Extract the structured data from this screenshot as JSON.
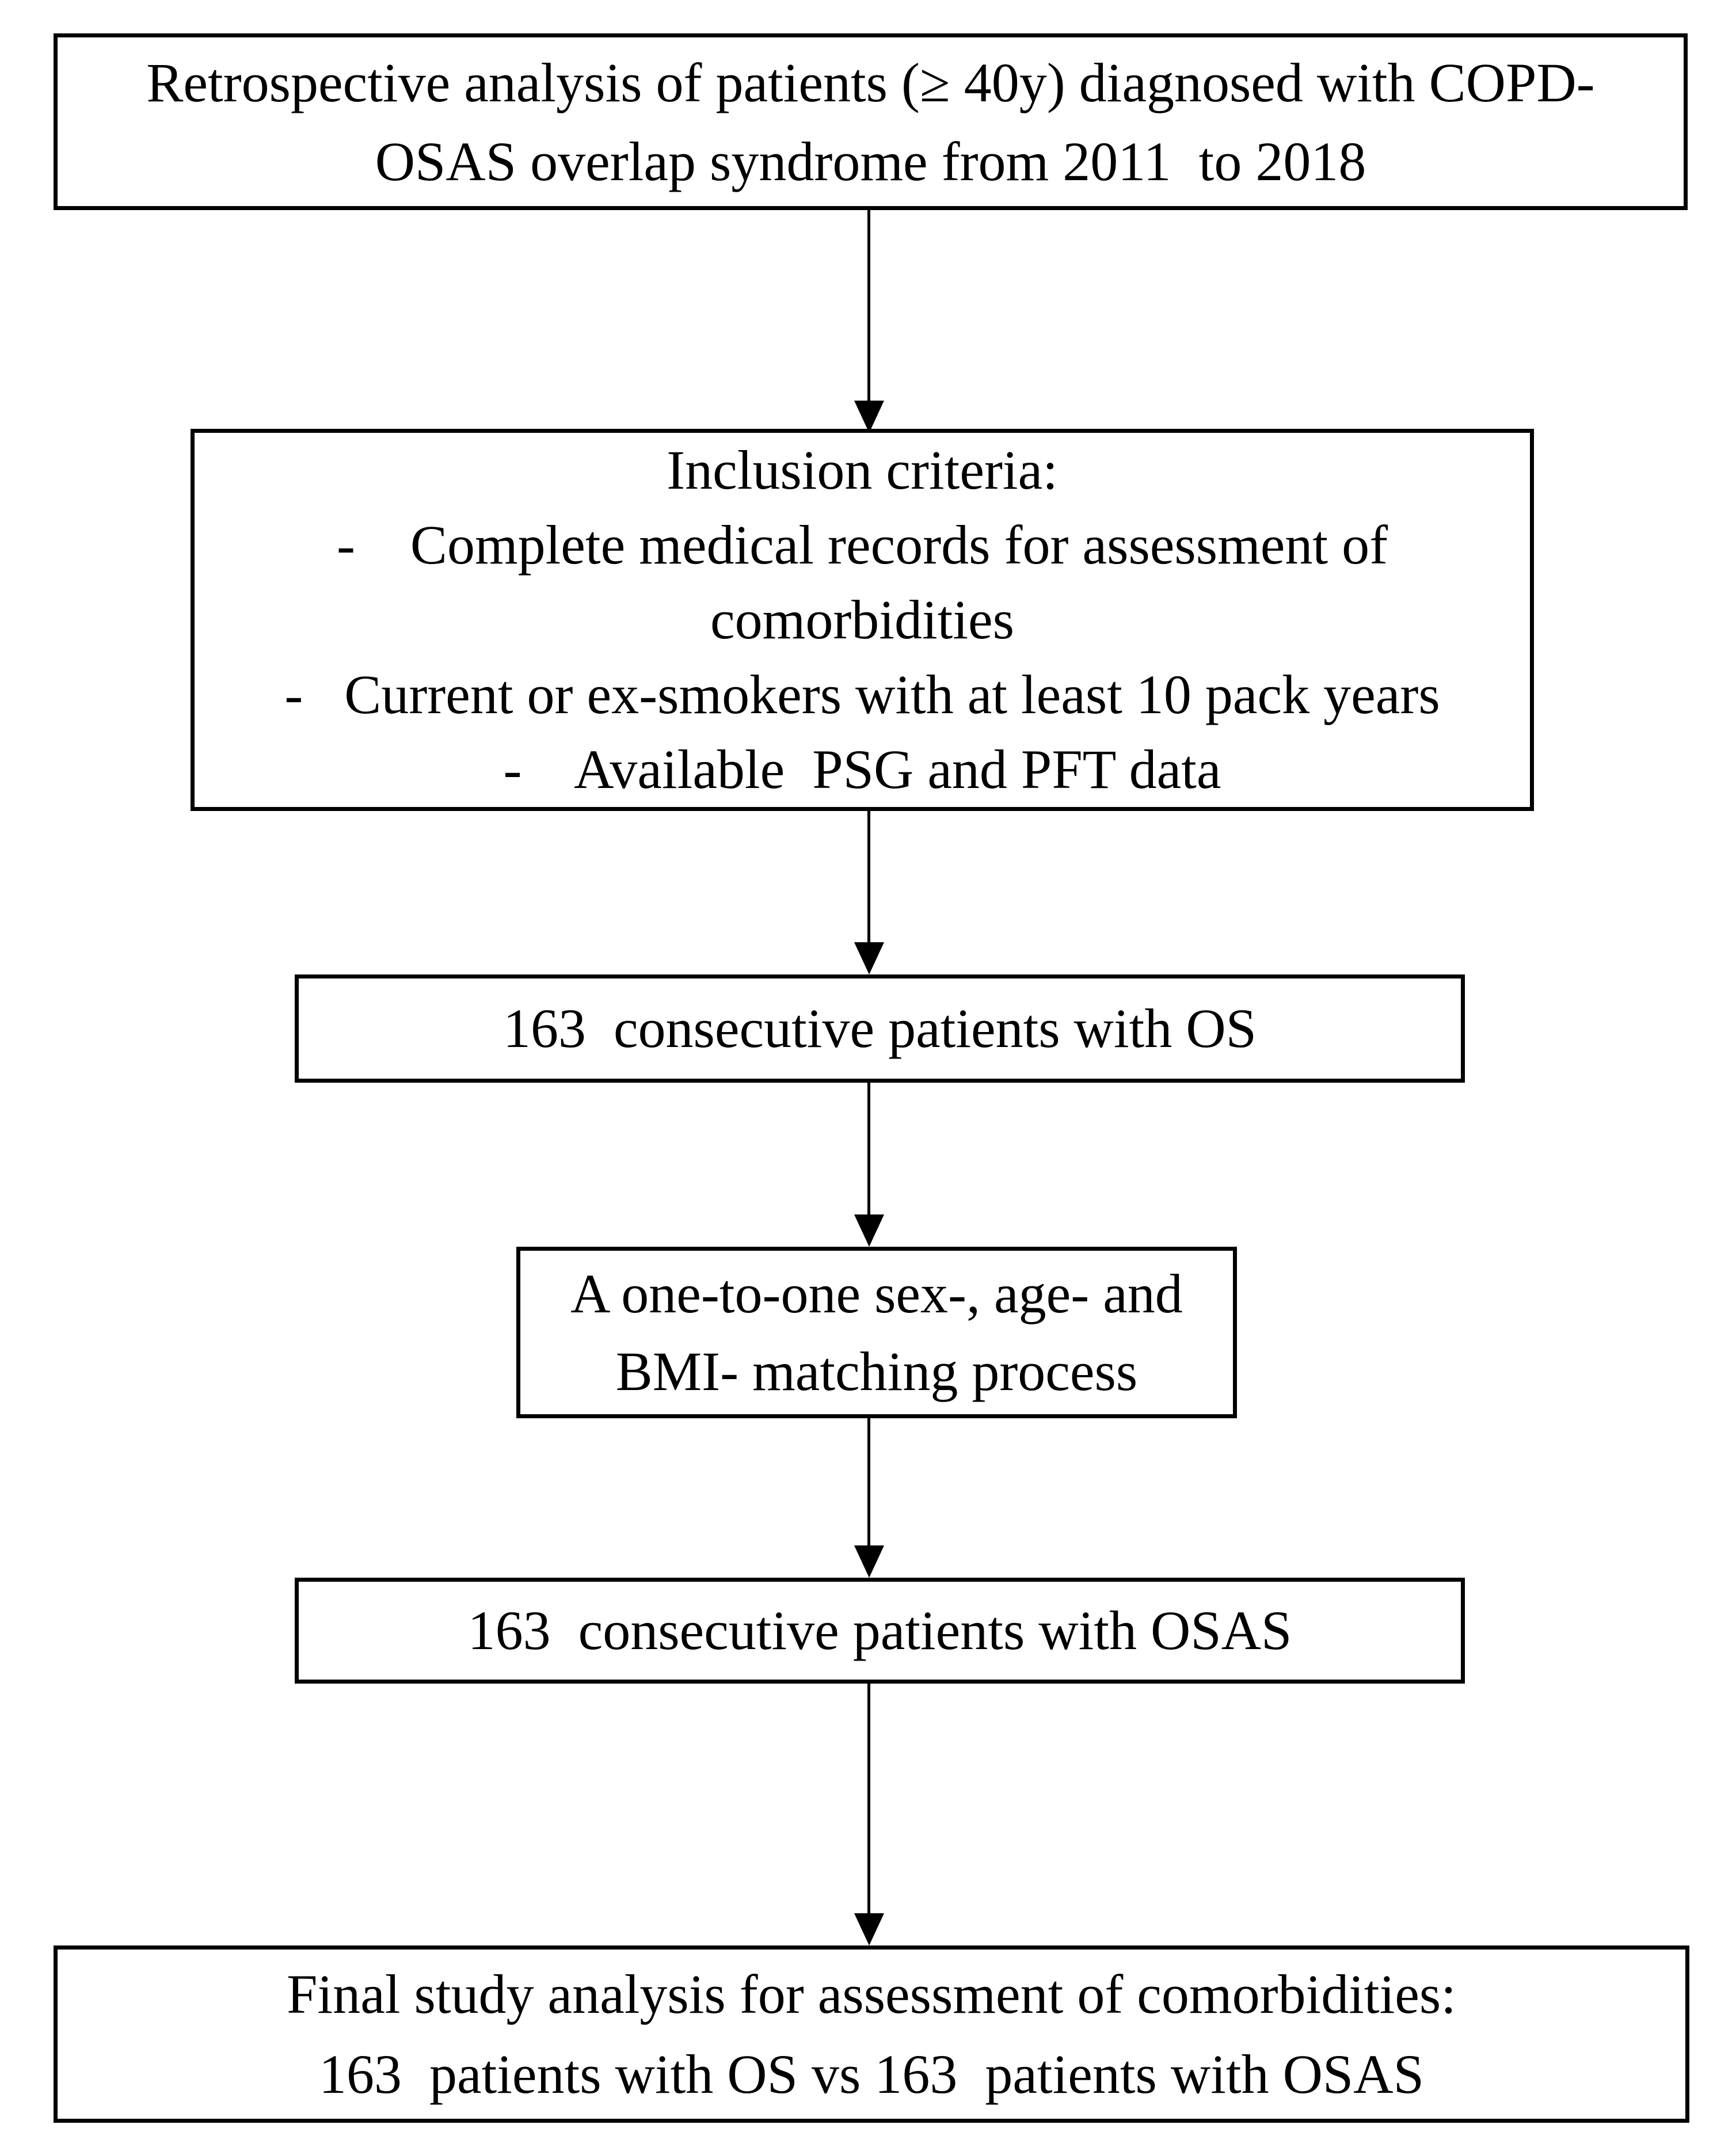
{
  "flowchart": {
    "colors": {
      "border": "#000000",
      "background": "#ffffff",
      "text": "#000000"
    },
    "steps": [
      {
        "id": "retrospective-analysis",
        "text": "Retrospective analysis of patients (≥ 40y) diagnosed with COPD-\nOSAS overlap syndrome from 2011  to 2018"
      },
      {
        "id": "inclusion-criteria",
        "text": "Inclusion criteria:\n-    Complete medical records for assessment of\ncomorbidities\n-   Current or ex-smokers with at least 10 pack years\n-    Available  PSG and PFT data"
      },
      {
        "id": "os-cohort",
        "text": "163  consecutive patients with OS"
      },
      {
        "id": "matching-process",
        "text": "A one-to-one sex-, age- and\nBMI- matching process"
      },
      {
        "id": "osas-cohort",
        "text": "163  consecutive patients with OSAS"
      },
      {
        "id": "final-analysis",
        "text": "Final study analysis for assessment of comorbidities:\n163  patients with OS vs 163  patients with OSAS"
      }
    ]
  }
}
